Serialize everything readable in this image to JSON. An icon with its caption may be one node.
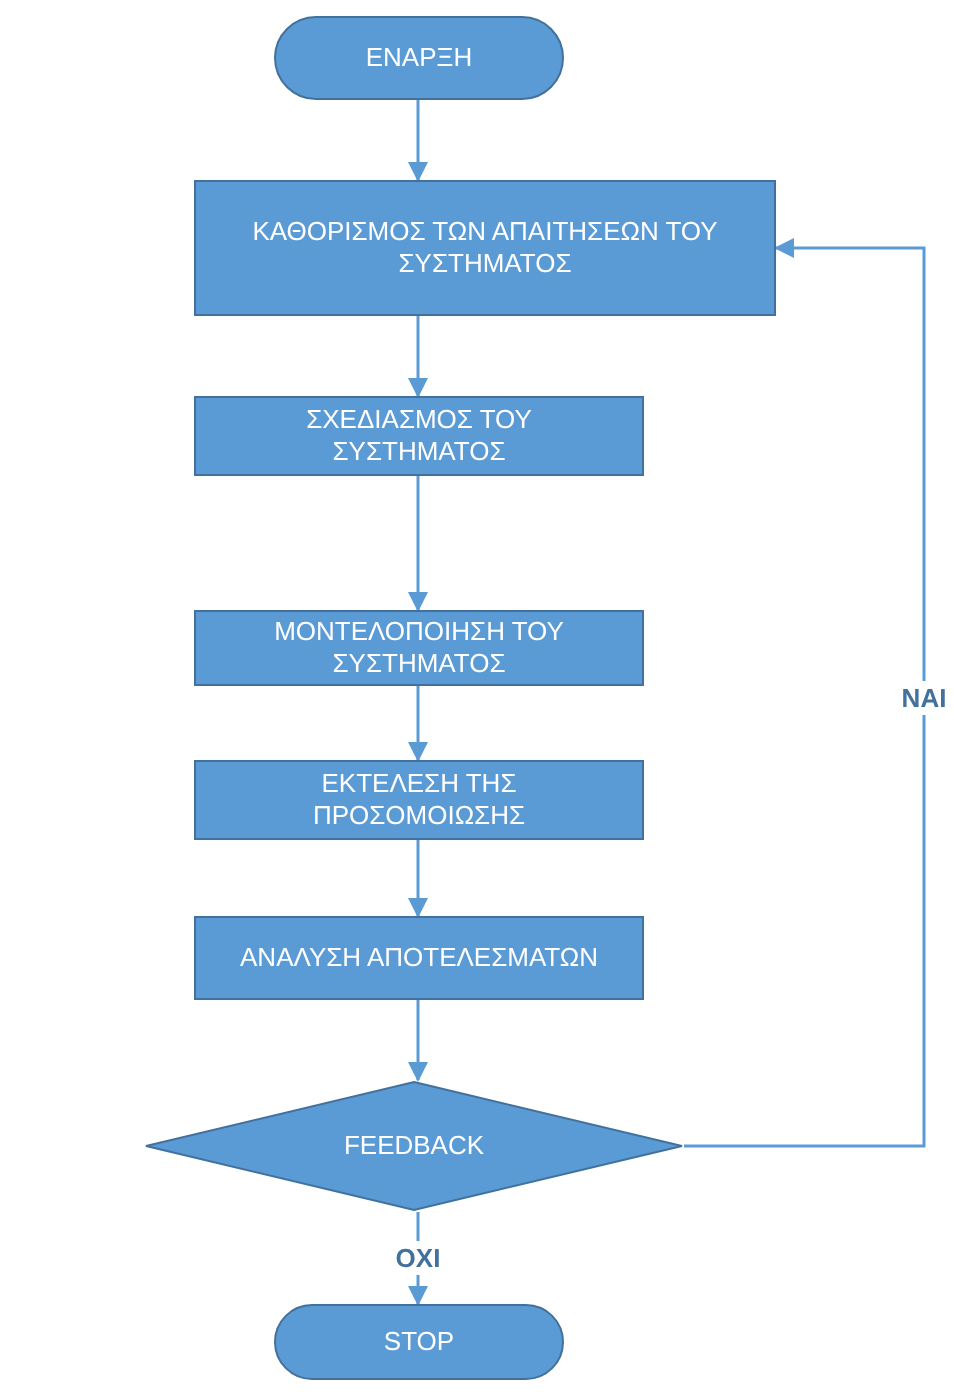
{
  "diagram": {
    "nodes": [
      {
        "text": [
          "ΕΝΑΡΞΗ"
        ]
      },
      {
        "text": [
          "ΚΑΘΟΡΙΣΜΟΣ ΤΩΝ ΑΠΑΙΤΗΣΕΩΝ ΤΟΥ ΣΥΣΤΗΜΑΤΟΣ"
        ]
      },
      {
        "text": [
          "ΣΧΕΔΙΑΣΜΟΣ ΤΟΥ ΣΥΣΤΗΜΑΤΟΣ"
        ]
      },
      {
        "text": [
          "ΜΟΝΤΕΛΟΠΟΙΗΣΗ ΤΟΥ ΣΥΣΤΗΜΑΤΟΣ"
        ]
      },
      {
        "text": [
          "ΕΚΤΕΛΕΣΗ ΤΗΣ ΠΡΟΣΟΜΟΙΩΣΗΣ"
        ]
      },
      {
        "text": [
          "ΑΝΑΛΥΣΗ ΑΠΟΤΕΛΕΣΜΑΤΩΝ"
        ]
      },
      {
        "text": [
          "FEEDBACK"
        ]
      },
      {
        "text": [
          "STOP"
        ]
      }
    ],
    "edges": [
      {
        "from": 0,
        "to": 1,
        "arrow": "to"
      },
      {
        "from": 1,
        "to": 2,
        "arrow": "to"
      },
      {
        "from": 2,
        "to": 3,
        "arrow": "to"
      },
      {
        "from": 3,
        "to": 4,
        "arrow": "to"
      },
      {
        "from": 4,
        "to": 5,
        "arrow": "to"
      },
      {
        "from": 5,
        "to": 6,
        "arrow": "to"
      },
      {
        "from": 6,
        "to": 7,
        "label": "ΟΧΙ",
        "arrow": "to"
      },
      {
        "from": 6,
        "to": 1,
        "label": "ΝΑΙ",
        "arrow": "to"
      }
    ]
  }
}
